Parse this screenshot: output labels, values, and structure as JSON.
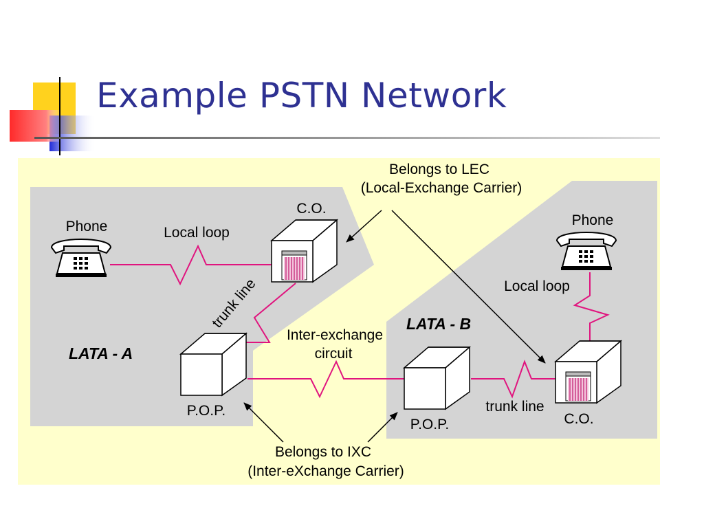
{
  "title": "Example PSTN Network",
  "labels": {
    "lec_line1": "Belongs to LEC",
    "lec_line2": "(Local-Exchange Carrier)",
    "ixc_line1": "Belongs to IXC",
    "ixc_line2": "(Inter-eXchange Carrier)",
    "phone_a": "Phone",
    "phone_b": "Phone",
    "local_loop_a": "Local loop",
    "local_loop_b": "Local loop",
    "co_a": "C.O.",
    "co_b": "C.O.",
    "trunk_line_a": "trunk line",
    "trunk_line_b": "trunk line",
    "pop_a": "P.O.P.",
    "pop_b": "P.O.P.",
    "inter_exchange_line1": "Inter-exchange",
    "inter_exchange_line2": "circuit",
    "lata_a": "LATA - A",
    "lata_b": "LATA - B"
  },
  "colors": {
    "title": "#2e3192",
    "background_panel": "#ffffcc",
    "region": "#d4d4d4",
    "line": "#e0147e"
  },
  "icons": [
    "phone-icon",
    "central-office-icon",
    "pop-building-icon"
  ]
}
